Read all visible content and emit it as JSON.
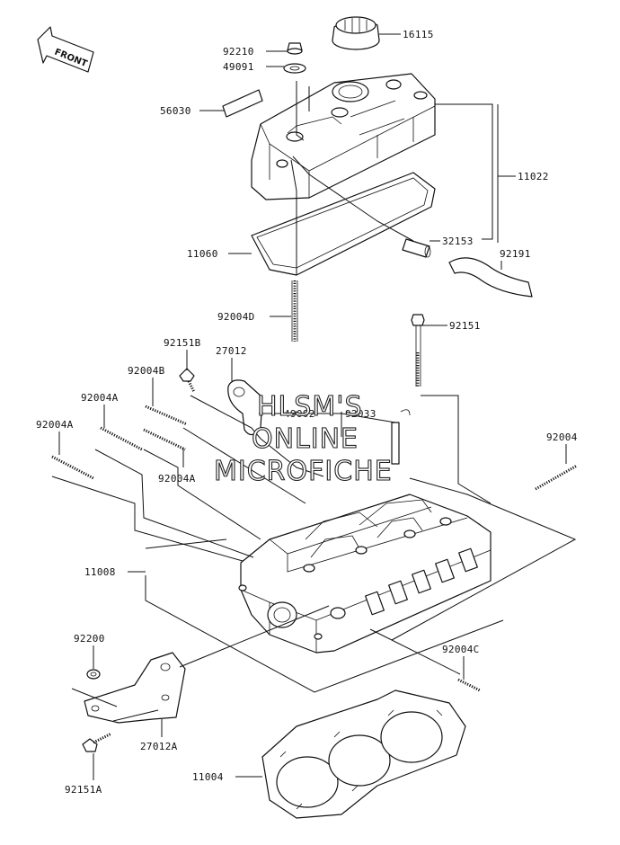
{
  "watermark": {
    "line1": "HLSM'S",
    "line2": "ONLINE",
    "line3": "MICROFICHE"
  },
  "front_arrow_label": "FRONT",
  "part_numbers": {
    "p16115": "16115",
    "p92210": "92210",
    "p49091": "49091",
    "p56030": "56030",
    "p11022": "11022",
    "p11060": "11060",
    "p32153": "32153",
    "p92191": "92191",
    "p92004D": "92004D",
    "p92151": "92151",
    "p92151B": "92151B",
    "p27012": "27012",
    "p92004B": "92004B",
    "p92004A_1": "92004A",
    "p49002": "49002",
    "p92033": "92033",
    "p92004A_2": "92004A",
    "p92004": "92004",
    "p92004A_3": "92004A",
    "p11008": "11008",
    "p92200": "92200",
    "p92004C": "92004C",
    "p27012A": "27012A",
    "p92151A": "92151A",
    "p11004": "11004"
  }
}
